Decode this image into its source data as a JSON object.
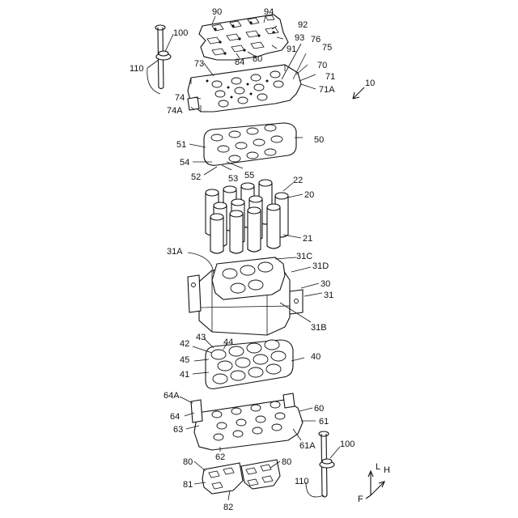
{
  "figure": {
    "ref_label": "10",
    "labels": {
      "l90": "90",
      "l94": "94",
      "l92": "92",
      "l93": "93",
      "l91": "91",
      "l76": "76",
      "l75": "75",
      "l73": "73",
      "l84": "84",
      "l80a": "80",
      "l70": "70",
      "l71": "71",
      "l71A": "71A",
      "l74": "74",
      "l74A": "74A",
      "l100a": "100",
      "l110a": "110",
      "l51": "51",
      "l50": "50",
      "l54": "54",
      "l52": "52",
      "l53": "53",
      "l55": "55",
      "l22": "22",
      "l20": "20",
      "l21": "21",
      "l31A": "31A",
      "l31C": "31C",
      "l31D": "31D",
      "l30": "30",
      "l31": "31",
      "l31B": "31B",
      "l42": "42",
      "l43": "43",
      "l44": "44",
      "l45": "45",
      "l41": "41",
      "l40": "40",
      "l64A": "64A",
      "l64": "64",
      "l63": "63",
      "l60": "60",
      "l61": "61",
      "l61A": "61A",
      "l62": "62",
      "l80b": "80",
      "l80c": "80",
      "l81": "81",
      "l82": "82",
      "l100b": "100",
      "l110b": "110"
    },
    "axes": {
      "L": "L",
      "H": "H",
      "F": "F"
    }
  }
}
